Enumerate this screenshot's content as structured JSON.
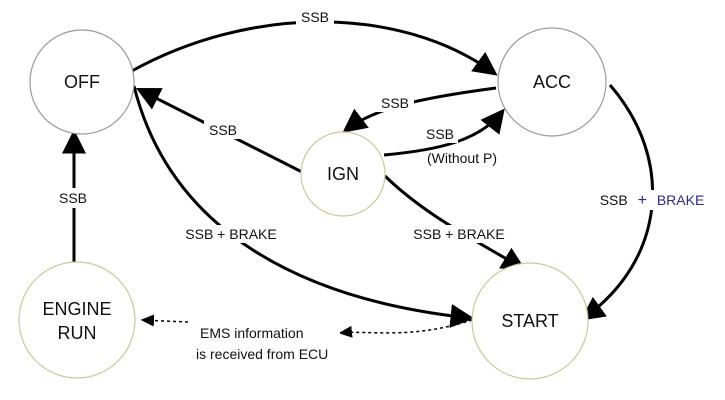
{
  "states": {
    "off": "OFF",
    "acc": "ACC",
    "ign": "IGN",
    "start": "START",
    "engine_run_line1": "ENGINE",
    "engine_run_line2": "RUN"
  },
  "edges": {
    "off_to_acc": "SSB",
    "acc_to_ign": "SSB",
    "ign_to_off": "SSB",
    "ign_to_acc_line1": "SSB",
    "ign_to_acc_line2": "(Without P)",
    "engine_run_to_off": "SSB",
    "off_to_start": "SSB + BRAKE",
    "ign_to_start": "SSB + BRAKE",
    "acc_to_start_part1": "SSB",
    "acc_to_start_plus": "+",
    "acc_to_start_part2": "BRAKE",
    "start_to_engine_run_line1": "EMS information",
    "start_to_engine_run_line2": "is received from ECU"
  },
  "colors": {
    "circle_gray": "#9a9a9a",
    "circle_olive": "#c9c99a",
    "highlight_blue": "#2a2a8c"
  }
}
